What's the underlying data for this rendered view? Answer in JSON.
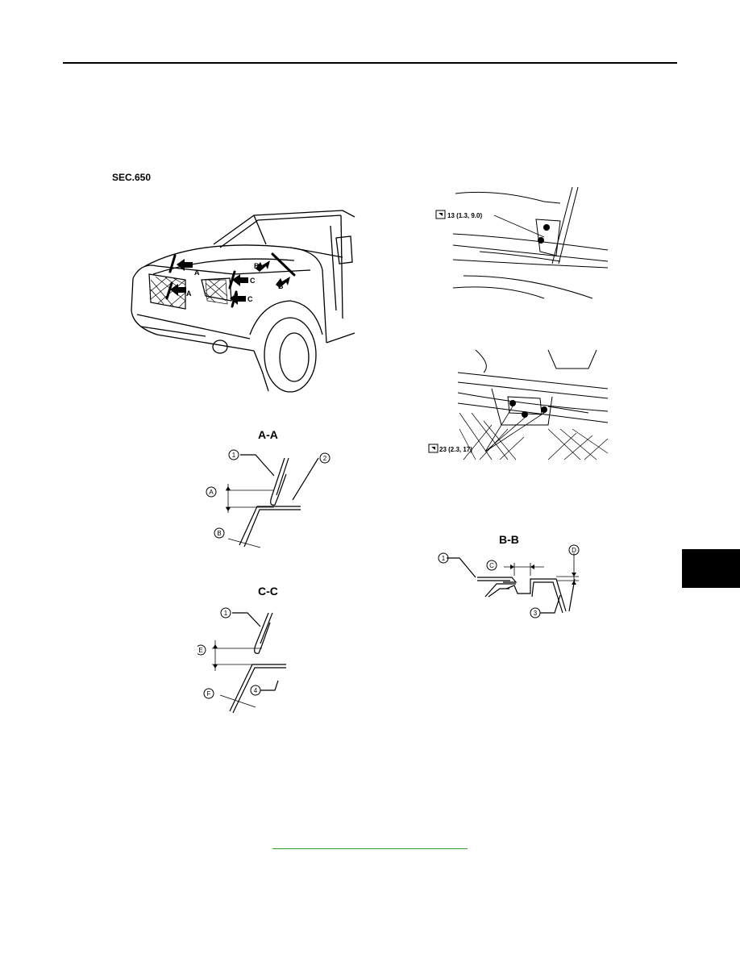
{
  "section_code": "SEC.650",
  "sections": {
    "aa": "A-A",
    "cc": "C-C",
    "bb": "B-B"
  },
  "callouts": {
    "one": "1",
    "two": "2",
    "three": "3",
    "four": "4",
    "a": "A",
    "b": "B",
    "c": "C",
    "d": "D",
    "e": "E",
    "f": "F"
  },
  "arrow_labels": {
    "a": "A",
    "b": "B",
    "c": "C"
  },
  "torque": {
    "top": "13 (1.3, 9.0)",
    "bottom": "23 (2.3, 17)"
  }
}
